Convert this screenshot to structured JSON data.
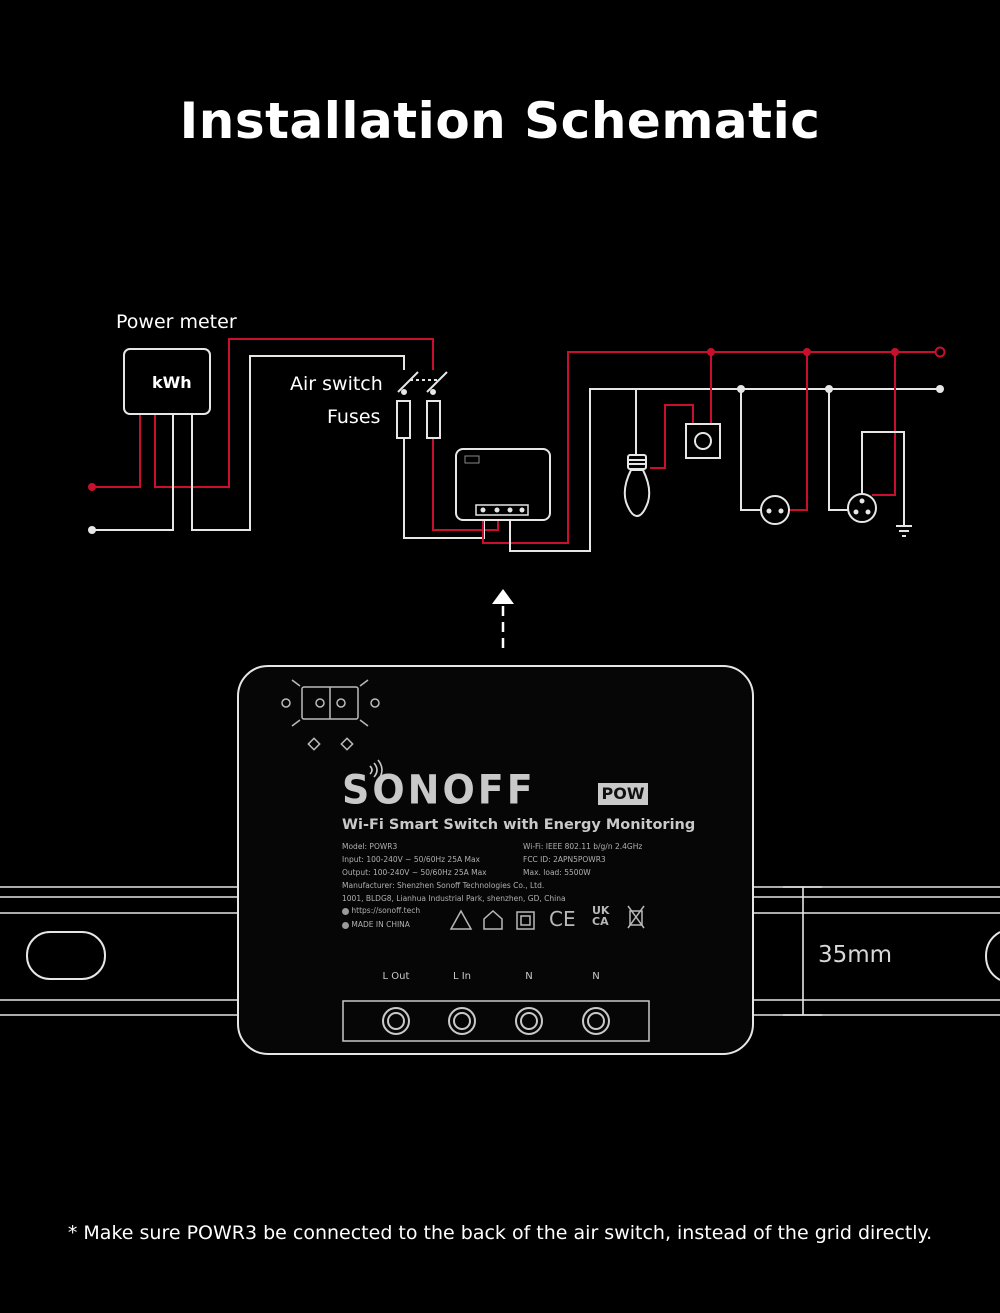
{
  "title": "Installation Schematic",
  "labels": {
    "power_meter": "Power meter",
    "kwh": "kWh",
    "air_switch": "Air switch",
    "fuses": "Fuses",
    "rail_width": "35mm"
  },
  "device": {
    "brand": "SONOFF",
    "badge": "POW",
    "headline": "Wi-Fi Smart Switch with Energy Monitoring",
    "specs_left": [
      "Model: POWR3",
      "Input: 100-240V ~ 50/60Hz 25A Max",
      "Output: 100-240V ~ 50/60Hz 25A Max",
      "Manufacturer: Shenzhen Sonoff Technologies Co., Ltd.",
      "1001, BLDG8, Lianhua Industrial Park, shenzhen, GD, China"
    ],
    "specs_right": [
      "Wi-Fi: IEEE 802.11 b/g/n 2.4GHz",
      "FCC ID: 2APN5POWR3",
      "Max. load: 5500W"
    ],
    "website": "https://sonoff.tech",
    "origin": "MADE IN CHINA",
    "cert_marks": [
      "CE",
      "UK CA"
    ],
    "terminals": [
      "L Out",
      "L In",
      "N",
      "N"
    ]
  },
  "footer_note": "* Make sure POWR3 be connected to the back of the air switch, instead of the grid directly.",
  "colors": {
    "live_wire": "#c8102e",
    "neutral_wire": "#e6e6e6",
    "background": "#000000"
  }
}
